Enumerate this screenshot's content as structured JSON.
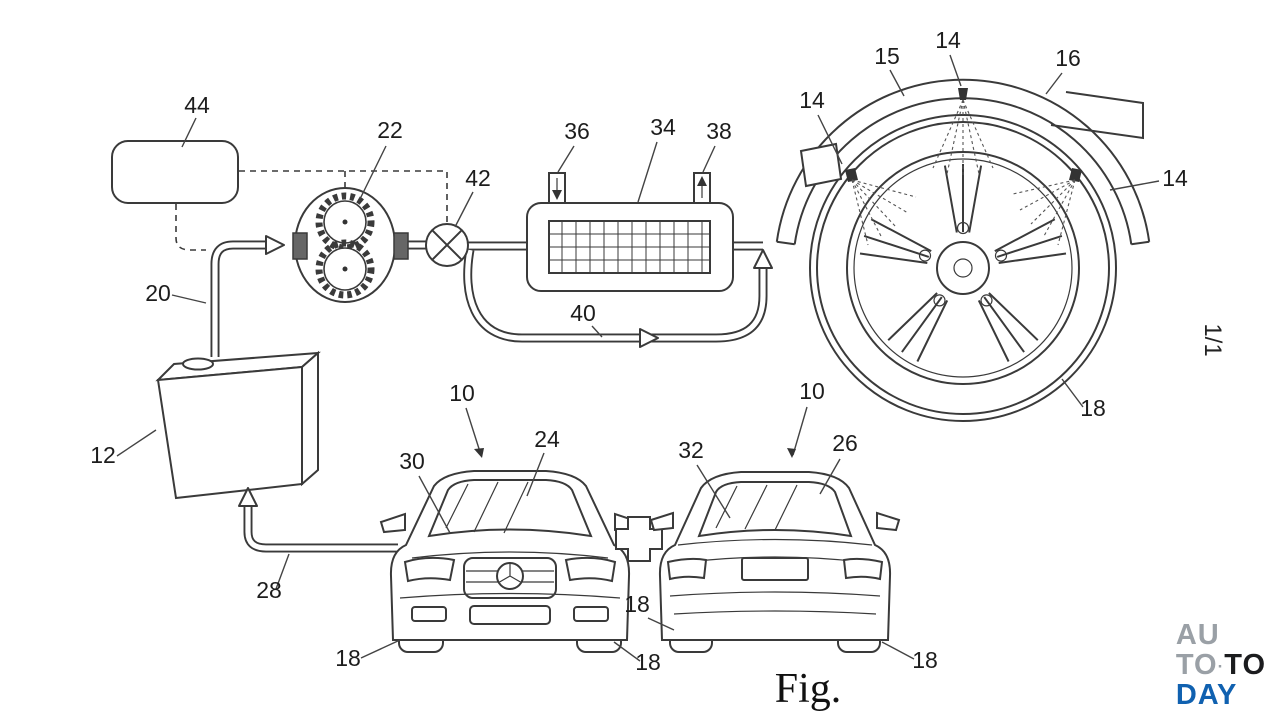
{
  "figure": {
    "caption": "Fig.",
    "sheet_number": "1/1"
  },
  "reference_labels": [
    {
      "text": "44"
    },
    {
      "text": "22"
    },
    {
      "text": "42"
    },
    {
      "text": "36"
    },
    {
      "text": "34"
    },
    {
      "text": "38"
    },
    {
      "text": "15"
    },
    {
      "text": "14"
    },
    {
      "text": "16"
    },
    {
      "text": "14"
    },
    {
      "text": "14"
    },
    {
      "text": "20"
    },
    {
      "text": "40"
    },
    {
      "text": "10"
    },
    {
      "text": "24"
    },
    {
      "text": "30"
    },
    {
      "text": "10"
    },
    {
      "text": "32"
    },
    {
      "text": "26"
    },
    {
      "text": "12"
    },
    {
      "text": "28"
    },
    {
      "text": "18"
    },
    {
      "text": "18"
    },
    {
      "text": "18"
    },
    {
      "text": "18"
    },
    {
      "text": "18"
    }
  ],
  "watermark": {
    "line1": "AU",
    "line2_left": "TO",
    "line2_dot": "·",
    "line2_right": "TO",
    "line3": "DAY"
  },
  "colors": {
    "line": "#3a3a3a",
    "watermark_gray": "#9aa0a6",
    "watermark_dark": "#1b1c1e",
    "watermark_blue": "#1061b0"
  }
}
